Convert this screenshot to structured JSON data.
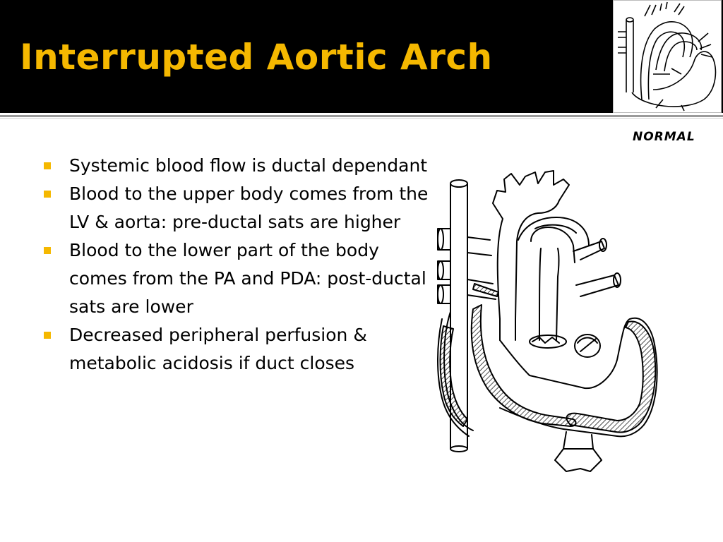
{
  "slide": {
    "title": "Interrupted Aortic Arch",
    "thumbnail_caption": "NORMAL",
    "bullets": [
      "Systemic blood flow is ductal dependant",
      "Blood to the upper body comes from the LV & aorta: pre-ductal sats are higher",
      "Blood to the lower part of the body comes from the PA and PDA: post-ductal sats are lower",
      "Decreased peripheral perfusion & metabolic acidosis if duct closes"
    ]
  },
  "colors": {
    "header_background": "#000000",
    "title": "#f5b800",
    "bullet_marker": "#f5b800",
    "text": "#000000"
  },
  "icons": {
    "bullet": "square-bullet-icon",
    "thumbnail": "normal-heart-diagram",
    "main_figure": "interrupted-aortic-arch-heart-diagram"
  }
}
